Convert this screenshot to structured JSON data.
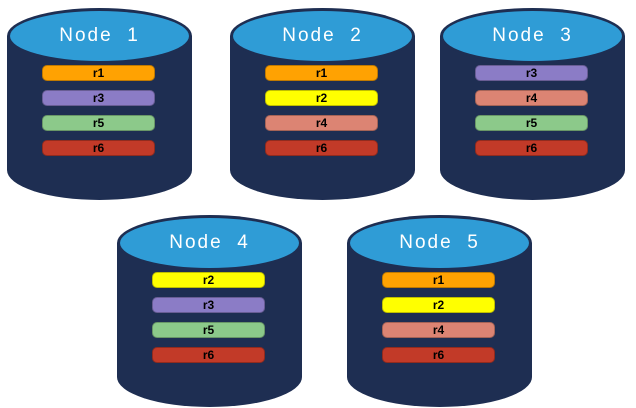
{
  "colors": {
    "cylinder_body": "#1E2E52",
    "cylinder_top": "#2F9CD6",
    "node_label_text": "#FFFFFF",
    "bar_label_text": "#000000"
  },
  "replica_colors": {
    "r1": "#FFA202",
    "r2": "#FFFF00",
    "r3": "#8B7CC6",
    "r4": "#DC8473",
    "r5": "#8CC98A",
    "r6": "#C23A28"
  },
  "nodes": [
    {
      "label": "Node  1",
      "replicas": [
        "r1",
        "r3",
        "r5",
        "r6"
      ]
    },
    {
      "label": "Node  2",
      "replicas": [
        "r1",
        "r2",
        "r4",
        "r6"
      ]
    },
    {
      "label": "Node  3",
      "replicas": [
        "r3",
        "r4",
        "r5",
        "r6"
      ]
    },
    {
      "label": "Node  4",
      "replicas": [
        "r2",
        "r3",
        "r5",
        "r6"
      ]
    },
    {
      "label": "Node  5",
      "replicas": [
        "r1",
        "r2",
        "r4",
        "r6"
      ]
    }
  ]
}
